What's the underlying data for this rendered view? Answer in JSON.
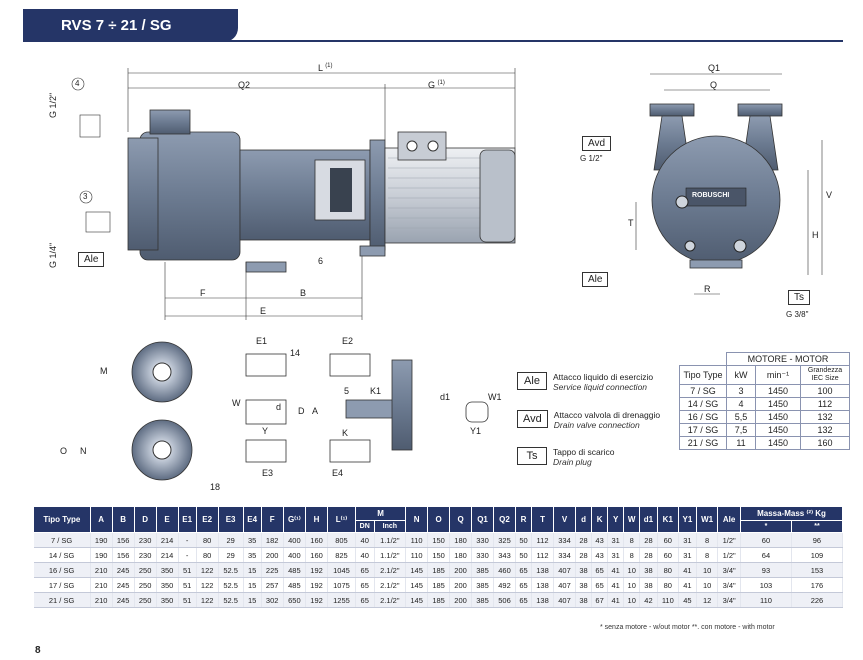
{
  "header": {
    "title": "RVS 7 ÷ 21  /  SG"
  },
  "drawing_labels": {
    "L": "L",
    "L_note": "(1)",
    "Q2": "Q2",
    "G": "G",
    "G_note": "(1)",
    "F": "F",
    "B": "B",
    "E": "E",
    "six": "6",
    "G12": "G 1/2\"",
    "G14": "G 1/4\"",
    "circ4": "4",
    "circ3": "3",
    "Ale": "Ale",
    "Avd": "Avd",
    "Ts": "Ts",
    "G12b": "G 1/2\"",
    "G38": "G 3/8\"",
    "Q1": "Q1",
    "Q": "Q",
    "V": "V",
    "H": "H",
    "T": "T",
    "R": "R",
    "M": "M",
    "N": "N",
    "O": "O",
    "eighteen": "18",
    "E1": "E1",
    "E2": "E2",
    "E3": "E3",
    "E4": "E4",
    "fourteen": "14",
    "W": "W",
    "d": "d",
    "Y": "Y",
    "D": "D",
    "A": "A",
    "K": "K",
    "five": "5",
    "K1": "K1",
    "d1": "d1",
    "W1": "W1",
    "Y1": "Y1",
    "brand": "ROBUSCHI"
  },
  "legend": [
    {
      "key": "Ale",
      "it": "Attacco liquido di esercizio",
      "en": "Service liquid connection"
    },
    {
      "key": "Avd",
      "it": "Attacco valvola di drenaggio",
      "en": "Drain valve connection"
    },
    {
      "key": "Ts",
      "it": "Tappo di scarico",
      "en": "Drain plug"
    }
  ],
  "motor_table": {
    "group_header": "MOTORE - MOTOR",
    "col_type": "Tipo Type",
    "col_kw": "kW",
    "col_rpm": "min⁻¹",
    "col_size": "Grandezza IEC Size",
    "rows": [
      [
        "7 / SG",
        "3",
        "1450",
        "100"
      ],
      [
        "14 / SG",
        "4",
        "1450",
        "112"
      ],
      [
        "16 / SG",
        "5,5",
        "1450",
        "132"
      ],
      [
        "17 / SG",
        "7,5",
        "1450",
        "132"
      ],
      [
        "21 / SG",
        "11",
        "1450",
        "160"
      ]
    ]
  },
  "dims_table": {
    "headers": [
      "Tipo Type",
      "A",
      "B",
      "D",
      "E",
      "E1",
      "E2",
      "E3",
      "E4",
      "F",
      "G⁽¹⁾",
      "H",
      "L⁽¹⁾",
      "M",
      "N",
      "O",
      "Q",
      "Q1",
      "Q2",
      "R",
      "T",
      "V",
      "d",
      "K",
      "Y",
      "W",
      "d1",
      "K1",
      "Y1",
      "W1",
      "Ale",
      "Massa-Mass ⁽²⁾ Kg"
    ],
    "m_sub": [
      "DN",
      "Inch"
    ],
    "mass_sub": [
      "*",
      "**"
    ],
    "rows": [
      [
        "7 / SG",
        "190",
        "156",
        "230",
        "214",
        "-",
        "80",
        "29",
        "35",
        "182",
        "400",
        "160",
        "805",
        "40",
        "1.1/2\"",
        "110",
        "150",
        "180",
        "330",
        "325",
        "50",
        "112",
        "334",
        "28",
        "43",
        "31",
        "8",
        "28",
        "60",
        "31",
        "8",
        "1/2\"",
        "60",
        "96"
      ],
      [
        "14 / SG",
        "190",
        "156",
        "230",
        "214",
        "-",
        "80",
        "29",
        "35",
        "200",
        "400",
        "160",
        "825",
        "40",
        "1.1/2\"",
        "110",
        "150",
        "180",
        "330",
        "343",
        "50",
        "112",
        "334",
        "28",
        "43",
        "31",
        "8",
        "28",
        "60",
        "31",
        "8",
        "1/2\"",
        "64",
        "109"
      ],
      [
        "16 / SG",
        "210",
        "245",
        "250",
        "350",
        "51",
        "122",
        "52.5",
        "15",
        "225",
        "485",
        "192",
        "1045",
        "65",
        "2.1/2\"",
        "145",
        "185",
        "200",
        "385",
        "460",
        "65",
        "138",
        "407",
        "38",
        "65",
        "41",
        "10",
        "38",
        "80",
        "41",
        "10",
        "3/4\"",
        "93",
        "153"
      ],
      [
        "17 / SG",
        "210",
        "245",
        "250",
        "350",
        "51",
        "122",
        "52.5",
        "15",
        "257",
        "485",
        "192",
        "1075",
        "65",
        "2.1/2\"",
        "145",
        "185",
        "200",
        "385",
        "492",
        "65",
        "138",
        "407",
        "38",
        "65",
        "41",
        "10",
        "38",
        "80",
        "41",
        "10",
        "3/4\"",
        "103",
        "176"
      ],
      [
        "21 / SG",
        "210",
        "245",
        "250",
        "350",
        "51",
        "122",
        "52.5",
        "15",
        "302",
        "650",
        "192",
        "1255",
        "65",
        "2.1/2\"",
        "145",
        "185",
        "200",
        "385",
        "506",
        "65",
        "138",
        "407",
        "38",
        "67",
        "41",
        "10",
        "42",
        "110",
        "45",
        "12",
        "3/4\"",
        "110",
        "226"
      ]
    ]
  },
  "footnote": "* senza motore - w/out motor    **. con motore - with motor",
  "page_number": "8",
  "colors": {
    "navy": "#253567",
    "steel": "#6f7f96",
    "steel_dark": "#4d5b70",
    "motor_light": "#d9dde3"
  }
}
